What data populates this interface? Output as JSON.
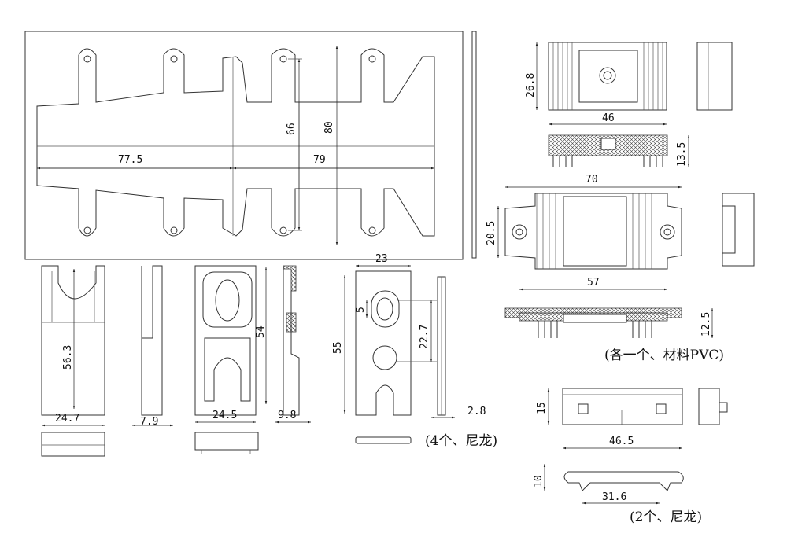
{
  "drawing": {
    "panel": {
      "dim_width_left": "77.5",
      "dim_width_right": "79",
      "dim_height_inner": "66",
      "dim_height_outer": "80"
    },
    "part_a": {
      "dim_height": "56.3",
      "dim_width": "24.7",
      "dim_thickness": "7.9"
    },
    "part_b": {
      "dim_height": "54",
      "dim_width": "24.5",
      "dim_thickness": "9.8"
    },
    "part_c": {
      "dim_width": "23",
      "dim_hole": "5",
      "dim_hole_pos": "22.7",
      "dim_height": "55",
      "dim_thickness": "2.8",
      "note": "(4个、尼龙)"
    },
    "part_d": {
      "dim_height": "26.8",
      "dim_width": "46",
      "dim_fin": "13.5",
      "dim_total": "70",
      "dim_height2": "20.5",
      "dim_inner": "57",
      "dim_fin2": "12.5",
      "note": "(各一个、材料PVC)"
    },
    "part_e": {
      "dim_height": "15",
      "dim_width": "46.5",
      "dim_height2": "10",
      "dim_span": "31.6",
      "note": "(2个、尼龙)"
    }
  }
}
